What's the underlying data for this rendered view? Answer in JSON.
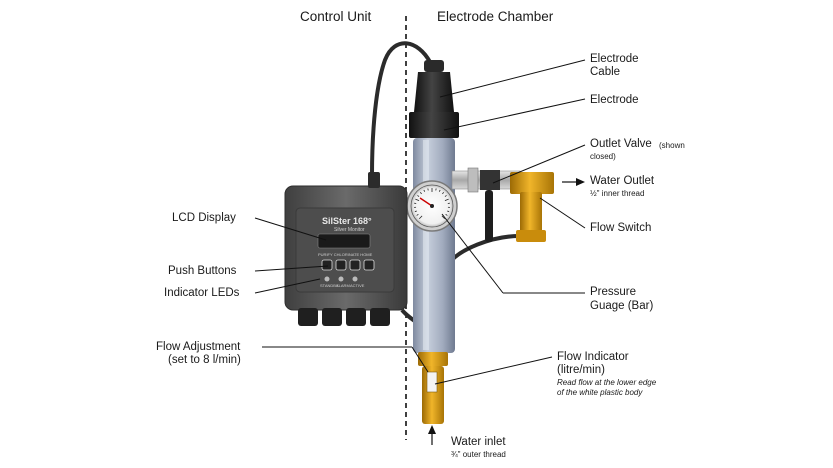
{
  "headers": {
    "control_unit": "Control Unit",
    "electrode_chamber": "Electrode Chamber"
  },
  "device": {
    "brand": "SilSter 168°",
    "model": "Silver Monitor",
    "button_caption": "PURIFY  CHLORINATE  HOME",
    "led_labels": [
      "STANDBY",
      "ALARM",
      "ACTIVE"
    ]
  },
  "labels": {
    "electrode_cable": [
      "Electrode",
      "Cable"
    ],
    "electrode": "Electrode",
    "outlet_valve": "Outlet Valve",
    "outlet_valve_note_1": "(shown",
    "outlet_valve_note_2": "closed)",
    "water_outlet": "Water Outlet",
    "water_outlet_note": "½\" inner thread",
    "flow_switch": "Flow Switch",
    "pressure_gauge": [
      "Pressure",
      "Guage (Bar)"
    ],
    "flow_indicator": [
      "Flow Indicator",
      "(litre/min)"
    ],
    "flow_indicator_note": [
      "Read flow at the lower edge",
      "of the white plastic body"
    ],
    "water_inlet": "Water inlet",
    "water_inlet_note": "¾\" outer thread",
    "lcd_display": "LCD Display",
    "push_buttons": "Push Buttons",
    "indicator_leds": "Indicator LEDs",
    "flow_adjustment": [
      "Flow Adjustment",
      "(set to 8 l/min)"
    ]
  },
  "colors": {
    "chamber_body": "#a9b2c4",
    "control_box": "#5b5b5b",
    "brass": "#d79a12",
    "cable": "#2b2b2b"
  }
}
